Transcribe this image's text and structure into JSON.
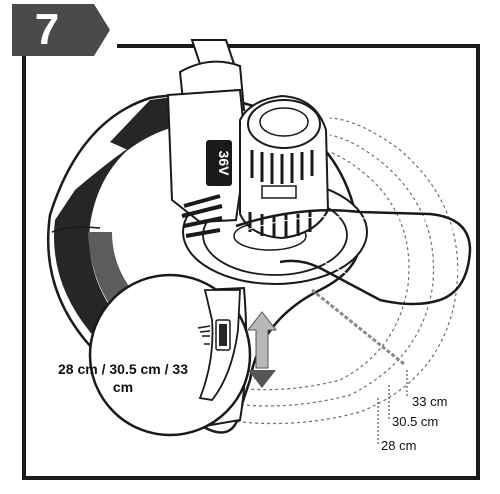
{
  "step": {
    "number": "7"
  },
  "callout": {
    "label": "28 cm / 30.5 cm / 33 cm"
  },
  "dimensions": {
    "d33": "33 cm",
    "d30_5": "30.5 cm",
    "d28": "28 cm"
  },
  "battery": {
    "voltage": "36V"
  },
  "colors": {
    "badge": "#4a4a4a",
    "frame": "#1a1a1a",
    "deck_dark": "#262626",
    "deck_mid": "#5c5c5c",
    "arrow": "#b8b8b8"
  }
}
